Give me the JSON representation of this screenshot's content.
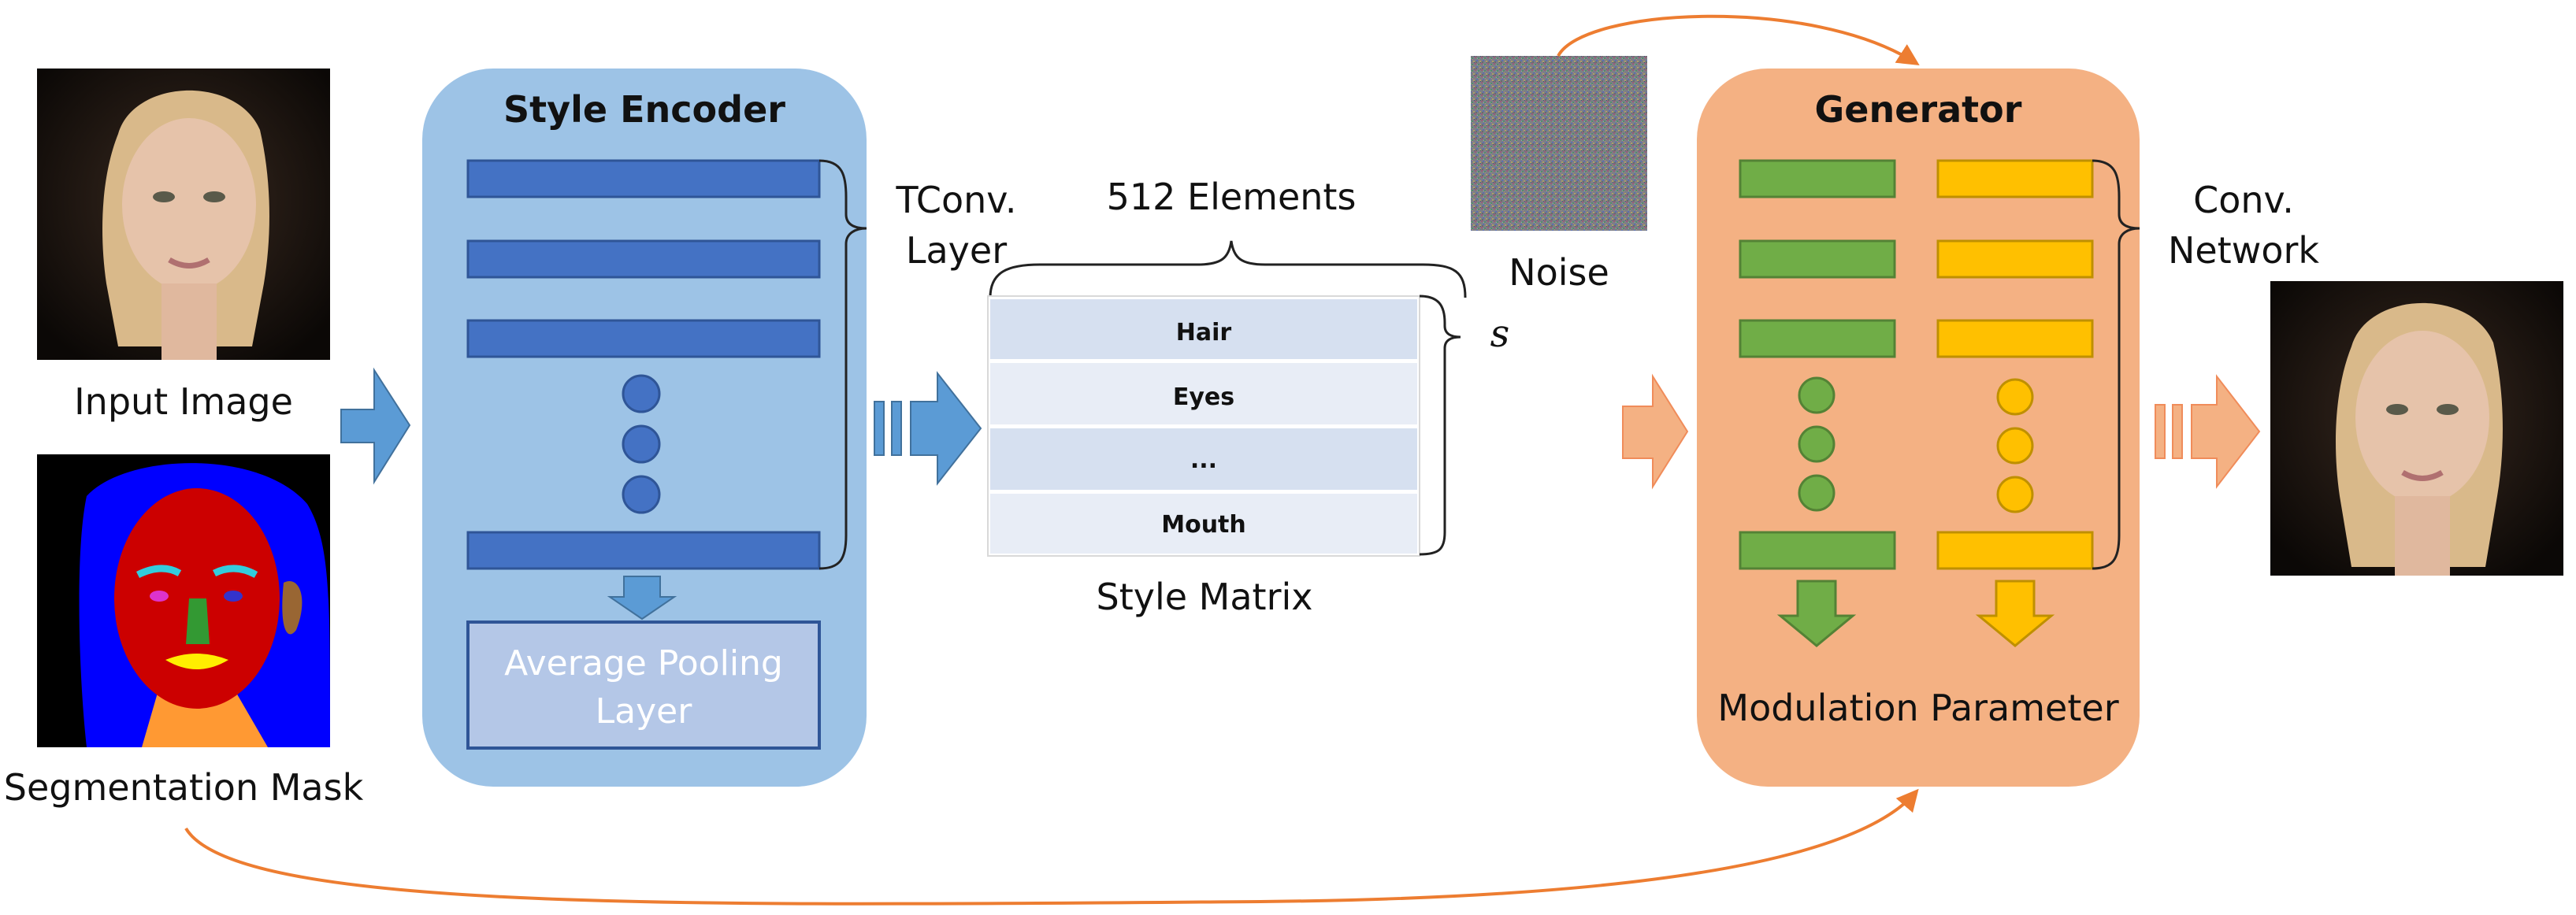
{
  "inputs": {
    "input_image_label": "Input Image",
    "segmentation_mask_label": "Segmentation Mask"
  },
  "style_encoder": {
    "title": "Style Encoder",
    "pooling_label_line1": "Average Pooling",
    "pooling_label_line2": "Layer",
    "tconv_label_line1": "TConv.",
    "tconv_label_line2": "Layer"
  },
  "style_matrix": {
    "width_label": "512 Elements",
    "rows": [
      "Hair",
      "Eyes",
      "...",
      "Mouth"
    ],
    "caption": "Style Matrix",
    "symbol": "s"
  },
  "noise": {
    "label": "Noise"
  },
  "generator": {
    "title": "Generator",
    "modulation_label": "Modulation Parameter",
    "conv_label_line1": "Conv.",
    "conv_label_line2": "Network"
  },
  "colors": {
    "encoder_bg": "#9dc3e6",
    "encoder_block": "#4472c4",
    "encoder_block_border": "#2f5597",
    "pooling_fill": "#b4c7e7",
    "generator_bg": "#f4b183",
    "green_block": "#70ad47",
    "green_border": "#548235",
    "yellow_block": "#ffc000",
    "yellow_border": "#bf9000",
    "matrix_row_a": "#d6e0f0",
    "matrix_row_b": "#e8edf6",
    "blue_arrow": "#5b9bd5",
    "orange_arrow": "#f4b183",
    "curve": "#ed7d31"
  }
}
